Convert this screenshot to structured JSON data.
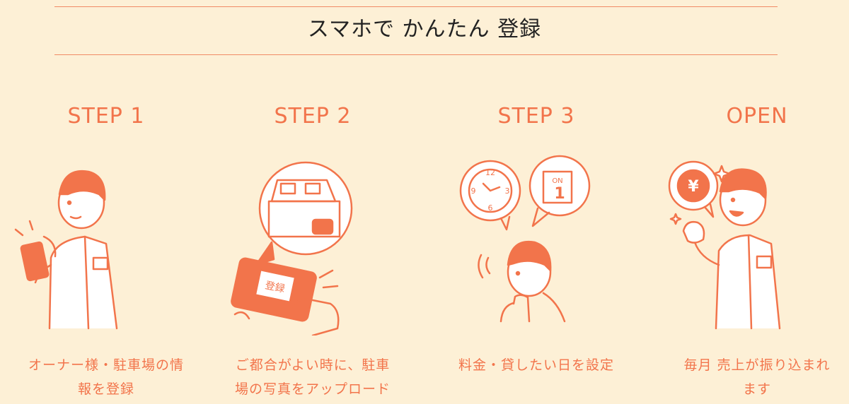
{
  "header": {
    "title": "スマホで かんたん 登録"
  },
  "steps": [
    {
      "label": "STEP 1",
      "desc_line1": "オーナー様・駐車場の情",
      "desc_line2": "報を登録"
    },
    {
      "label": "STEP 2",
      "desc_line1": "ご都合がよい時に、駐車",
      "desc_line2": "場の写真をアップロード",
      "badge": "登録"
    },
    {
      "label": "STEP 3",
      "desc_line1": "料金・貸したい日を設定",
      "desc_line2": "",
      "clock_12": "12",
      "clock_3": "3",
      "clock_6": "6",
      "clock_9": "9",
      "calendar_month": "ON",
      "calendar_day": "1"
    },
    {
      "label": "OPEN",
      "desc_line1": "毎月 売上が振り込まれ",
      "desc_line2": "ます",
      "currency": "¥"
    }
  ],
  "colors": {
    "accent": "#f2744b",
    "background": "#fdf0d6",
    "rule": "#f08a66",
    "title": "#222222"
  },
  "icons": [
    "smartphone-icon",
    "house-garage-icon",
    "clock-icon",
    "calendar-icon",
    "yen-coin-icon",
    "sparkle-icon"
  ]
}
